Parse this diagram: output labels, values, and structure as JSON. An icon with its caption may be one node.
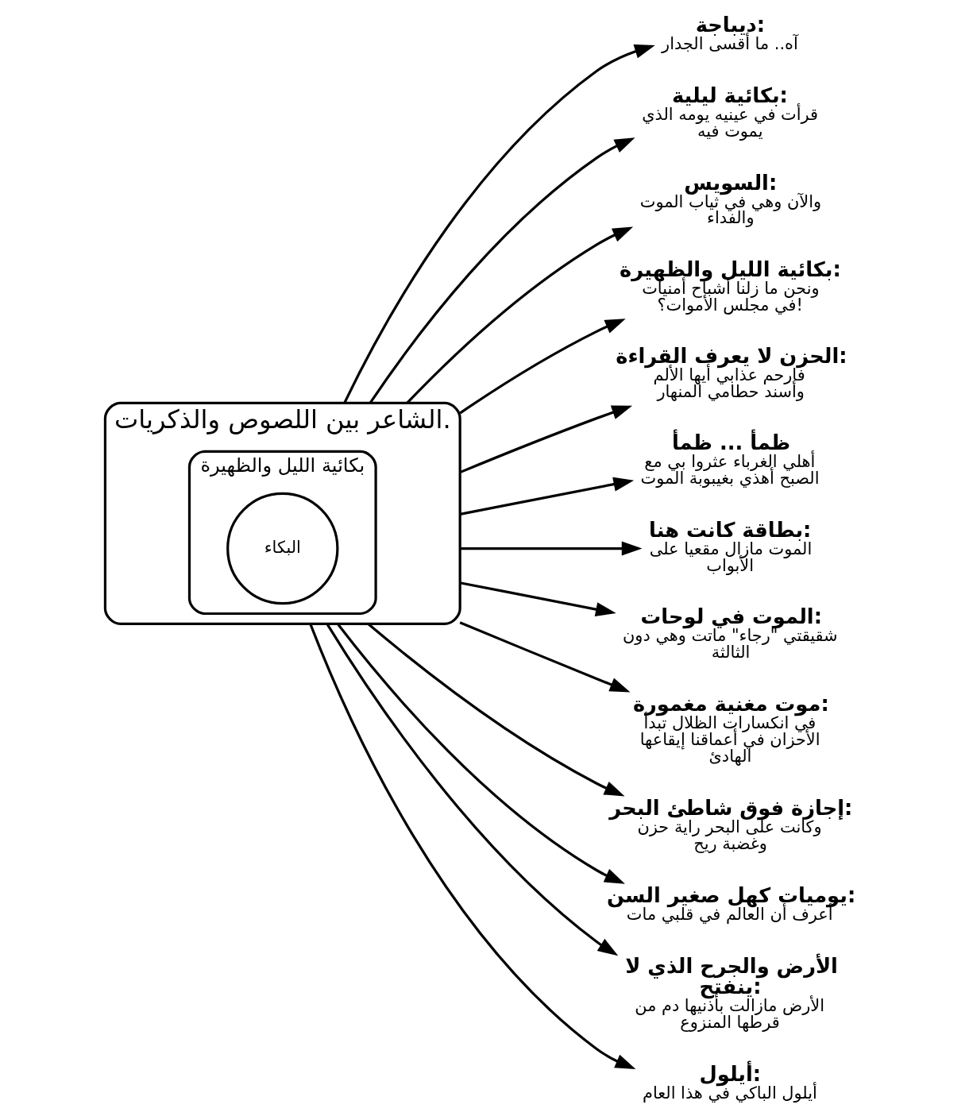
{
  "diagram": {
    "nodes": [
      {
        "text": [
          "الشاعر بين اللصوص والذكريات."
        ]
      },
      {
        "text": [
          "بكائية الليل والظهيرة"
        ],
        "in": 0
      },
      {
        "text": [
          "البكاء"
        ],
        "in": 1
      },
      {
        "text": [
          "ديباجة:",
          "آه.. ما أقسى الجدار"
        ]
      },
      {
        "text": [
          "بكائية ليلية:",
          "قرأت في عينيه يومه الذي يموت فيه"
        ]
      },
      {
        "text": [
          "السويس:",
          "والآن وهي في ثياب الموت والفداء"
        ]
      },
      {
        "text": [
          "بكائية الليل والظهيرة:",
          "ونحن ما زلنا أشباح أمنيات في مجلس الأموات؟!"
        ]
      },
      {
        "text": [
          "الحزن لا يعرف القراءة:",
          "فارحم عذابي أيها الألم وأسند حطامي المنهار"
        ]
      },
      {
        "text": [
          "ظمأ ... ظمأ",
          "أهلي الغرباء عثروا بي مع الصبح أهذي بغيبوبة الموت"
        ]
      },
      {
        "text": [
          "بطاقة كانت هنا:",
          "الموت مازال مقعيا على الأبواب"
        ]
      },
      {
        "text": [
          "الموت في لوحات:",
          "شقيقتي \"رجاء\" ماتت وهي دون الثالثة"
        ]
      },
      {
        "text": [
          "موت مغنية مغمورة:",
          "في انكسارات الظلال تبدأ الأحزان في أعماقنا إيقاعها الهادئ"
        ]
      },
      {
        "text": [
          "إجازة فوق شاطئ البحر:",
          "وكانت على البحر راية حزن وغضبة ريح"
        ]
      },
      {
        "text": [
          "يوميات كهل صغير السن:",
          "أعرف أن العالم في قلبي مات"
        ]
      },
      {
        "text": [
          "الأرض والجرح الذي لا ينفتح:",
          "الأرض مازالت بأذنيها دم من قرطها المنزوع"
        ]
      },
      {
        "text": [
          "أيلول:",
          "أيلول الباكي في هذا العام"
        ]
      }
    ],
    "edges": [
      {
        "from": 0,
        "to": 3,
        "arrow": "to"
      },
      {
        "from": 0,
        "to": 4,
        "arrow": "to"
      },
      {
        "from": 0,
        "to": 5,
        "arrow": "to"
      },
      {
        "from": 0,
        "to": 6,
        "arrow": "to"
      },
      {
        "from": 0,
        "to": 7,
        "arrow": "to"
      },
      {
        "from": 0,
        "to": 8,
        "arrow": "to"
      },
      {
        "from": 0,
        "to": 9,
        "arrow": "to"
      },
      {
        "from": 0,
        "to": 10,
        "arrow": "to"
      },
      {
        "from": 0,
        "to": 11,
        "arrow": "to"
      },
      {
        "from": 0,
        "to": 12,
        "arrow": "to"
      },
      {
        "from": 0,
        "to": 13,
        "arrow": "to"
      },
      {
        "from": 0,
        "to": 14,
        "arrow": "to"
      },
      {
        "from": 0,
        "to": 15,
        "arrow": "to"
      }
    ]
  }
}
